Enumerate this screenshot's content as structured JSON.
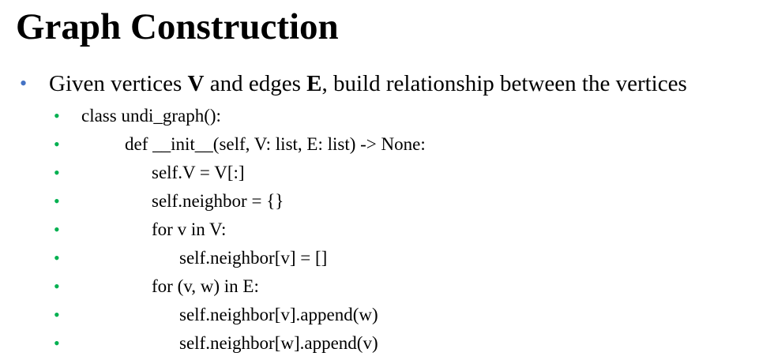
{
  "title": "Graph Construction",
  "bullet": {
    "marker": "•",
    "part1": "Given vertices ",
    "bold1": "V",
    "part2": " and edges ",
    "bold2": "E",
    "part3": ", build relationship between the vertices",
    "color": "#4472c4"
  },
  "code": {
    "marker": "•",
    "marker_color": "#00b050",
    "lines": [
      "class undi_graph():",
      "def __init__(self, V: list, E: list) -> None:",
      "self.V = V[:]",
      "self.neighbor = {}",
      "for v in V:",
      "self.neighbor[v] = []",
      "for (v, w) in E:",
      "self.neighbor[v].append(w)",
      "self.neighbor[w].append(v)"
    ]
  }
}
